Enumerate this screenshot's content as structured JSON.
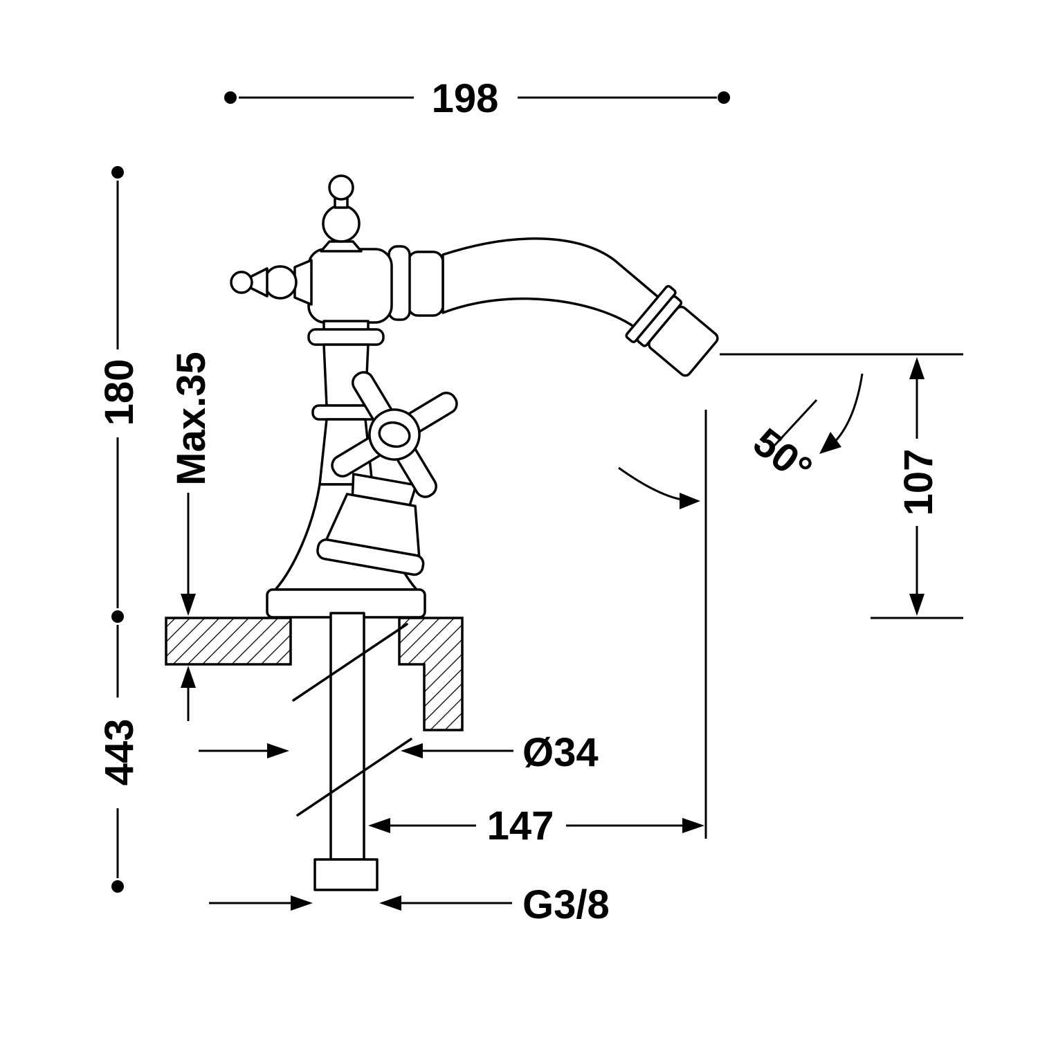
{
  "drawing": {
    "type": "technical-dimension-drawing",
    "background_color": "#ffffff",
    "line_color": "#000000",
    "dimensions": {
      "overall_width": "198",
      "height_above_deck": "180",
      "max_deck_thickness": "Max.35",
      "height_below_total": "443",
      "hole_diameter": "Ø34",
      "spout_reach": "147",
      "inlet_thread": "G3/8",
      "outlet_height": "107",
      "spout_angle": "50°"
    }
  }
}
